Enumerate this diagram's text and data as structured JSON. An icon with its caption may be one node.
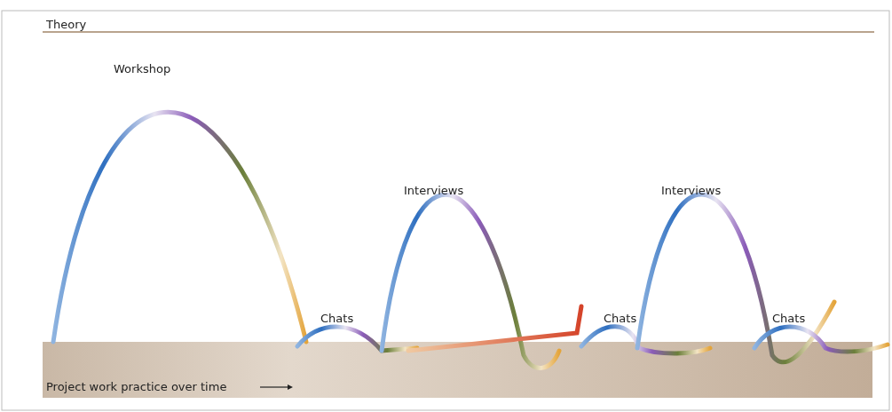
{
  "diagram": {
    "labels": [
      "Theory",
      "Workshop",
      "Interviews",
      "Interviews",
      "Chats",
      "Chats",
      "Chats",
      "Project work practice over time"
    ]
  }
}
